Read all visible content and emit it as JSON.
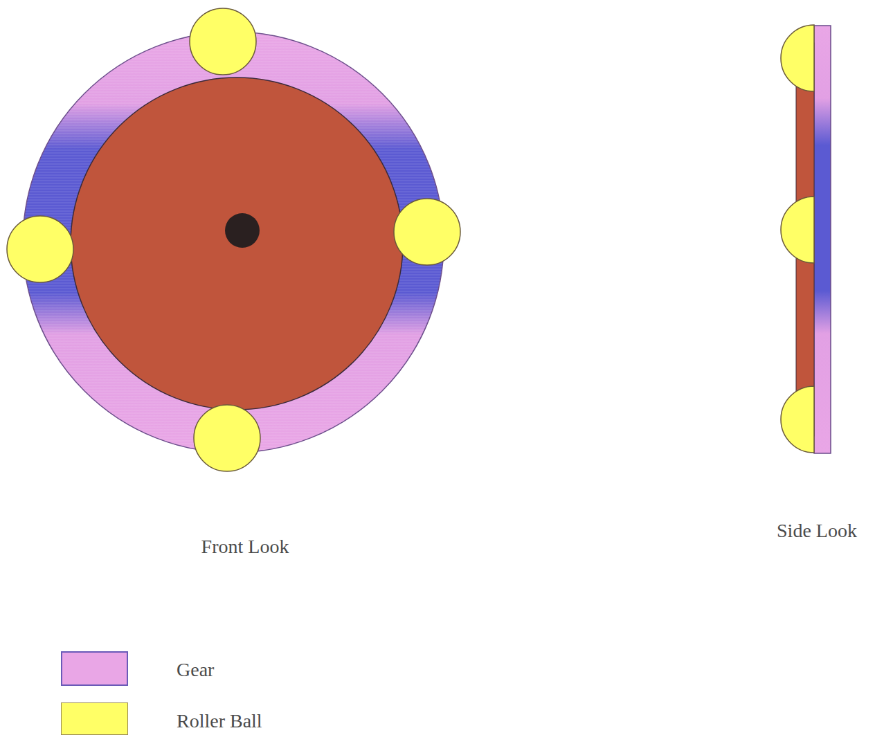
{
  "diagram": {
    "labels": [
      "Front Look",
      "Side Look"
    ],
    "legend": [
      {
        "text": "Gear",
        "color": "#e9a6e6"
      },
      {
        "text": "Roller Ball",
        "color": "#ffff66"
      }
    ]
  }
}
